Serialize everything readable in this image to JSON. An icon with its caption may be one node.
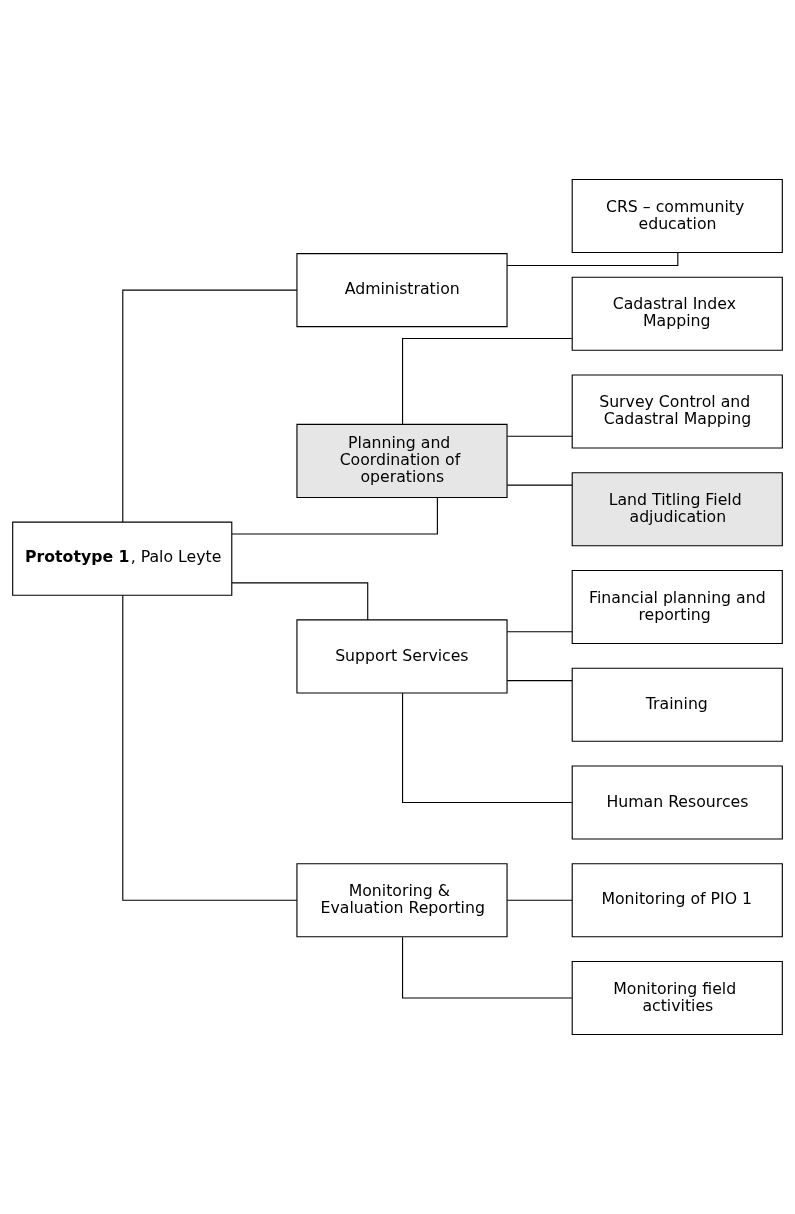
{
  "diagram": {
    "nodes": [
      {
        "text": [
          "**Prototype 1**, Palo Leyte"
        ]
      },
      {
        "text": [
          "Administration"
        ]
      },
      {
        "text": [
          "CRS – community education"
        ]
      },
      {
        "text": [
          "Planning and Coordination of operations"
        ]
      },
      {
        "text": [
          "Cadastral Index Mapping"
        ]
      },
      {
        "text": [
          "Survey Control and Cadastral Mapping"
        ]
      },
      {
        "text": [
          "Land Titling Field adjudication"
        ]
      },
      {
        "text": [
          "Support Services"
        ]
      },
      {
        "text": [
          "Financial planning and reporting"
        ]
      },
      {
        "text": [
          "Training"
        ]
      },
      {
        "text": [
          "Human Resources"
        ]
      },
      {
        "text": [
          "Monitoring & Evaluation Reporting"
        ]
      },
      {
        "text": [
          "Monitoring of PIO 1"
        ]
      },
      {
        "text": [
          "Monitoring field activities"
        ]
      }
    ],
    "edges": [
      {
        "from": 0,
        "to": 1,
        "arrow": "none"
      },
      {
        "from": 0,
        "to": 3,
        "arrow": "none"
      },
      {
        "from": 0,
        "to": 7,
        "arrow": "none"
      },
      {
        "from": 0,
        "to": 11,
        "arrow": "none"
      },
      {
        "from": 1,
        "to": 2,
        "arrow": "none"
      },
      {
        "from": 3,
        "to": 4,
        "arrow": "none"
      },
      {
        "from": 3,
        "to": 5,
        "arrow": "none"
      },
      {
        "from": 3,
        "to": 6,
        "arrow": "none"
      },
      {
        "from": 7,
        "to": 8,
        "arrow": "none"
      },
      {
        "from": 7,
        "to": 9,
        "arrow": "none"
      },
      {
        "from": 7,
        "to": 10,
        "arrow": "none"
      },
      {
        "from": 11,
        "to": 12,
        "arrow": "none"
      },
      {
        "from": 11,
        "to": 13,
        "arrow": "none"
      }
    ]
  }
}
